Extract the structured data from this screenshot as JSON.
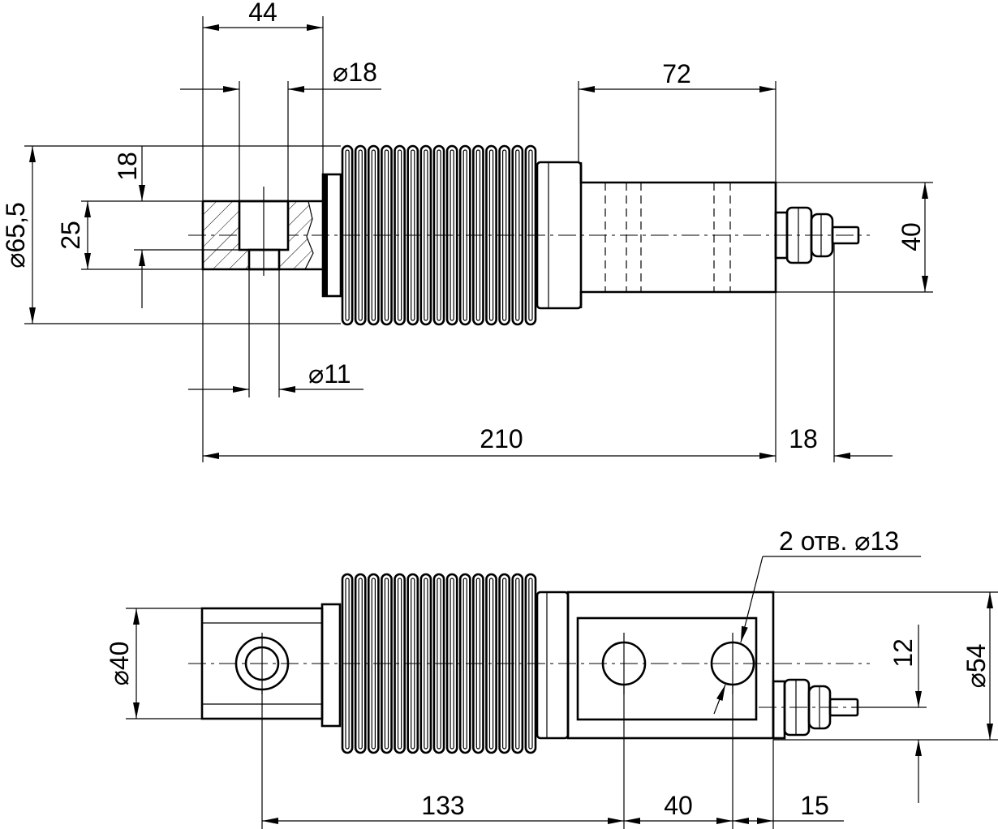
{
  "top_view": {
    "dim_44": "44",
    "dim_d18": "⌀18",
    "dim_72": "72",
    "dim_d65_5": "⌀65,5",
    "dim_18_left": "18",
    "dim_25": "25",
    "dim_40_right": "40",
    "dim_d11": "⌀11",
    "dim_210": "210",
    "dim_18_bottom": "18"
  },
  "bottom_view": {
    "note_holes": "2 отв. ⌀13",
    "dim_d40": "⌀40",
    "dim_12": "12",
    "dim_d54": "⌀54",
    "dim_133": "133",
    "dim_40": "40",
    "dim_15": "15"
  }
}
